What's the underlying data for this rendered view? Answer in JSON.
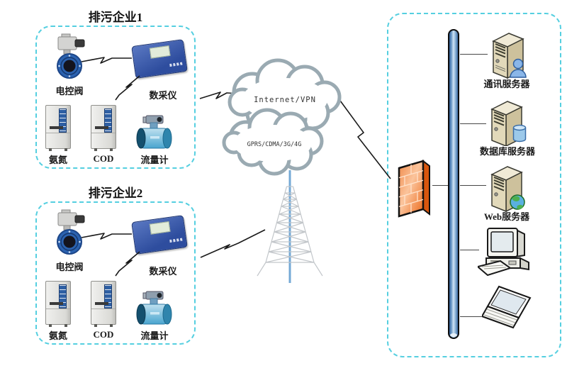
{
  "colors": {
    "dashed_border": "#55cfe0",
    "bus_blue": "#6f9cc8",
    "firewall_orange": "#ec6a1c",
    "server_beige": "#e2d9ba",
    "device_blue": "#2e4d9e",
    "cloud_outline": "#9aaab2"
  },
  "enterprise1": {
    "title": "排污企业1",
    "valve": "电控阀",
    "collector": "数采仪",
    "ammonia": "氨氮",
    "cod": "COD",
    "flowmeter": "流量计"
  },
  "enterprise2": {
    "title": "排污企业2",
    "valve": "电控阀",
    "collector": "数采仪",
    "ammonia": "氨氮",
    "cod": "COD",
    "flowmeter": "流量计"
  },
  "network": {
    "internet": "Internet/VPN",
    "wireless": "GPRS/CDMA/3G/4G"
  },
  "datacenter": {
    "comm_server": "通讯服务器",
    "db_server": "数据库服务器",
    "web_server": "Web服务器"
  }
}
